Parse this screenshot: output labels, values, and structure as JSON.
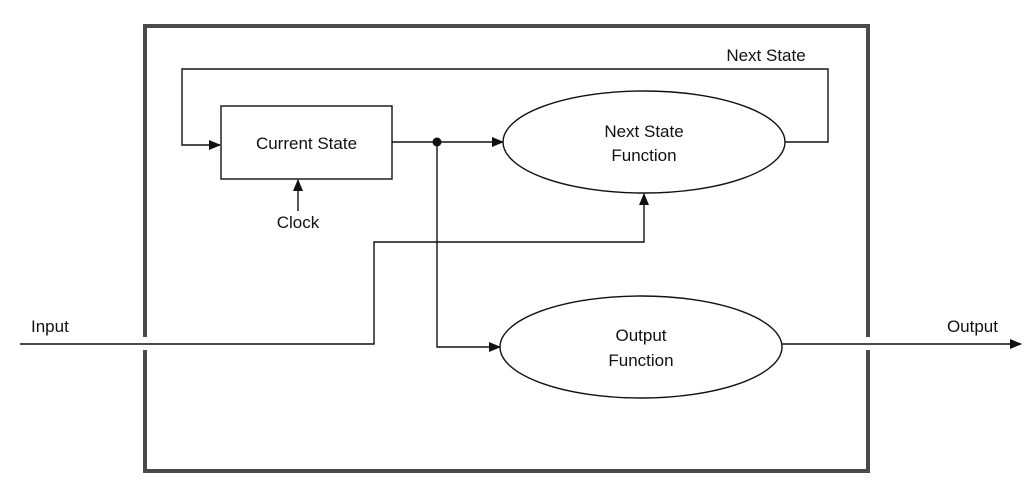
{
  "diagram": {
    "current_state": "Current State",
    "clock": "Clock",
    "next_state_function": [
      "Next State",
      "Function"
    ],
    "output_function": [
      "Output",
      "Function"
    ],
    "next_state_feedback": "Next State",
    "input": "Input",
    "output": "Output"
  },
  "colors": {
    "stroke": "#111111",
    "frame": "#4a4a4a",
    "background": "#ffffff"
  }
}
